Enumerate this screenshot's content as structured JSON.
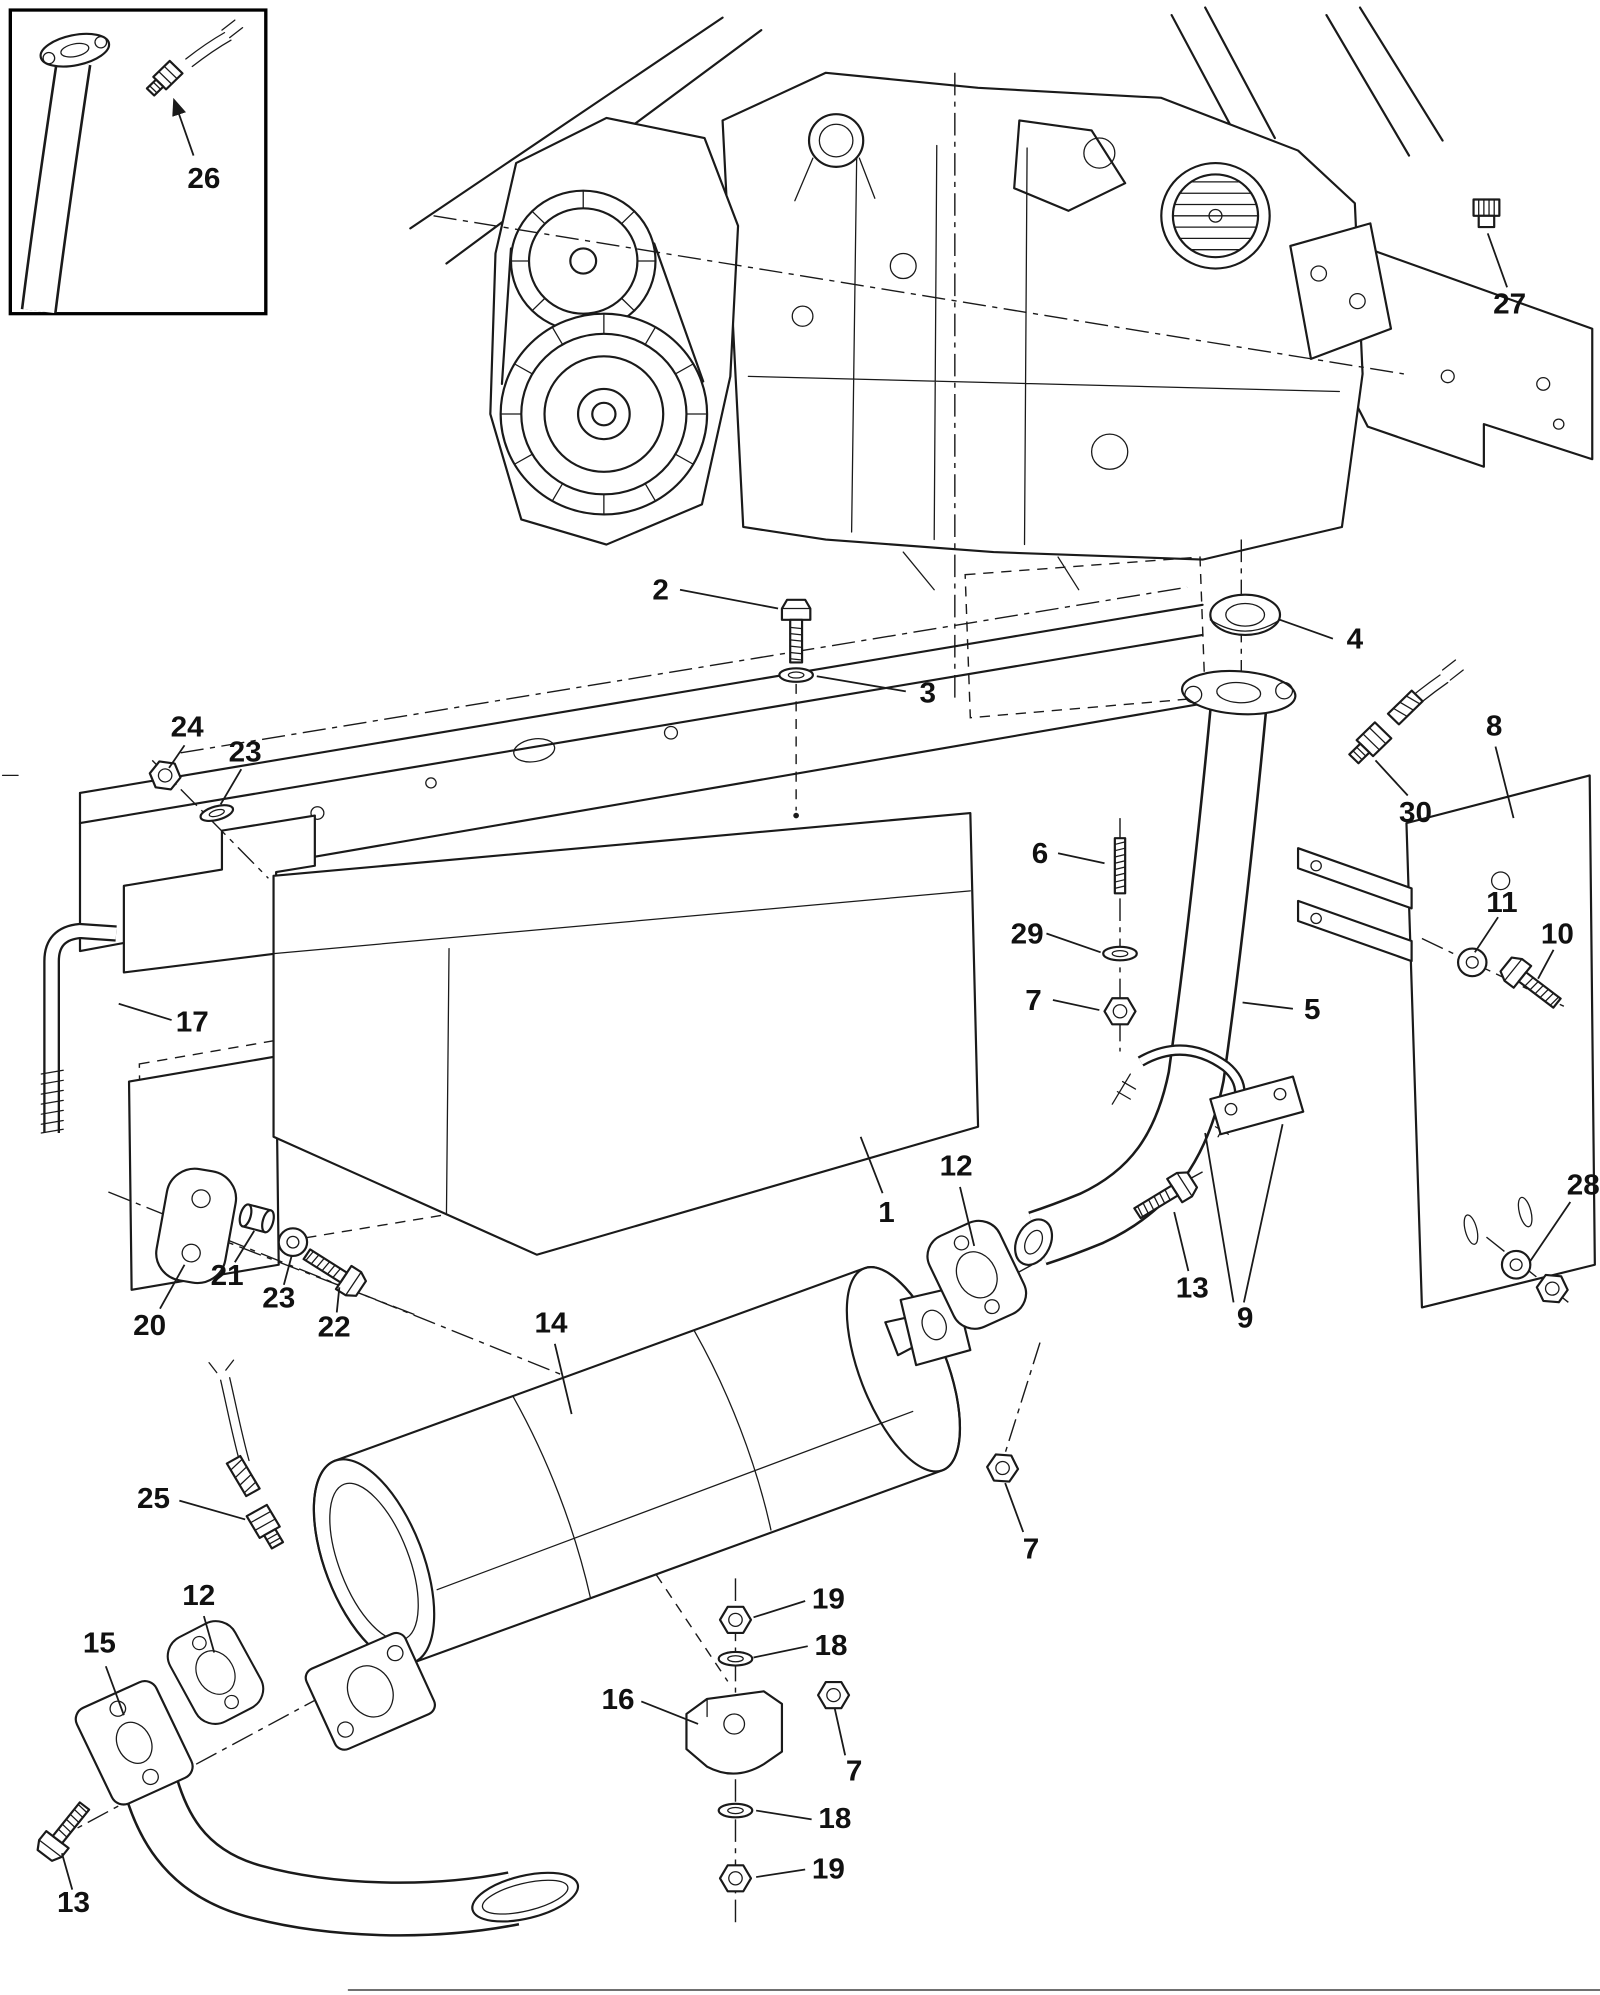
{
  "figure": {
    "background_color": "#ffffff",
    "line_color": "#1a1a1a"
  },
  "callouts": [
    {
      "label": "26"
    },
    {
      "label": "27"
    },
    {
      "label": "2"
    },
    {
      "label": "3"
    },
    {
      "label": "4"
    },
    {
      "label": "30"
    },
    {
      "label": "8"
    },
    {
      "label": "24"
    },
    {
      "label": "23"
    },
    {
      "label": "6"
    },
    {
      "label": "29"
    },
    {
      "label": "7"
    },
    {
      "label": "11"
    },
    {
      "label": "10"
    },
    {
      "label": "5"
    },
    {
      "label": "17"
    },
    {
      "label": "1"
    },
    {
      "label": "12"
    },
    {
      "label": "13"
    },
    {
      "label": "9"
    },
    {
      "label": "28"
    },
    {
      "label": "20"
    },
    {
      "label": "21"
    },
    {
      "label": "23"
    },
    {
      "label": "22"
    },
    {
      "label": "14"
    },
    {
      "label": "25"
    },
    {
      "label": "7"
    },
    {
      "label": "15"
    },
    {
      "label": "12"
    },
    {
      "label": "13"
    },
    {
      "label": "16"
    },
    {
      "label": "19"
    },
    {
      "label": "18"
    },
    {
      "label": "7"
    },
    {
      "label": "18"
    },
    {
      "label": "19"
    }
  ]
}
